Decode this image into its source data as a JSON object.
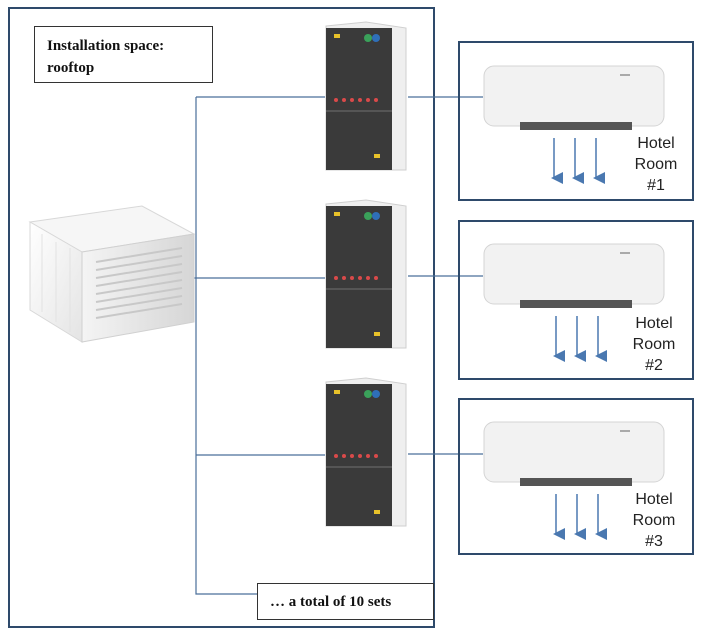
{
  "installation_label_line1": "Installation space:",
  "installation_label_line2": "rooftop",
  "total_note": "… a total of 10 sets",
  "rooms": [
    {
      "label_line1": "Hotel",
      "label_line2": "Room",
      "label_line3": "#1"
    },
    {
      "label_line1": "Hotel",
      "label_line2": "Room",
      "label_line3": "#2"
    },
    {
      "label_line1": "Hotel",
      "label_line2": "Room",
      "label_line3": "#3"
    }
  ],
  "colors": {
    "frame": "#2e4a6b",
    "line": "#4a6f9a",
    "arrow": "#4a78b0",
    "panel_dark": "#3a3a3a",
    "panel_light": "#f0f0f0"
  }
}
